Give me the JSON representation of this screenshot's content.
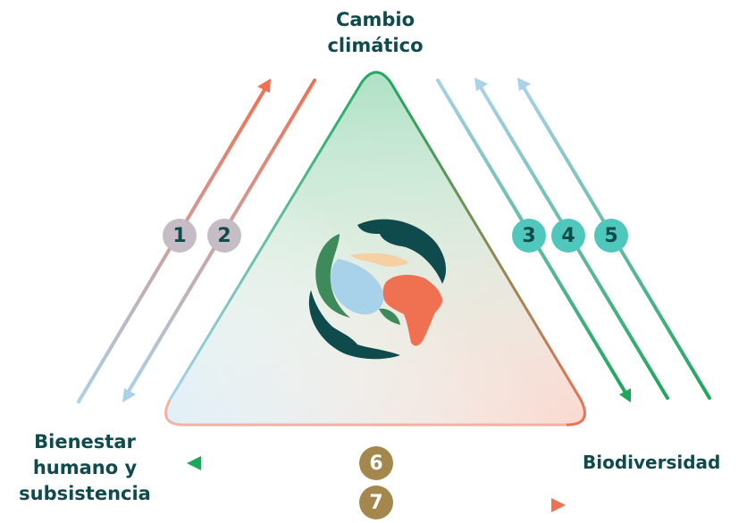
{
  "labels": {
    "top": [
      "Cambio",
      "climático"
    ],
    "left": [
      "Bienestar",
      "humano y",
      "subsistencia"
    ],
    "right": "Biodiversidad"
  },
  "badges": [
    "1",
    "2",
    "3",
    "4",
    "5",
    "6",
    "7"
  ],
  "colors": {
    "text": "#0f4a4c",
    "orange": "#f07052",
    "light_blue": "#a8d1ea",
    "green": "#1ea65a",
    "teal": "#4fc7bc",
    "grey_badge": "#c5bcc6",
    "brown_badge": "#a3874c"
  },
  "logo": {
    "icons": [
      "hands-icon",
      "water-drop-icon",
      "leaf-icon",
      "africa-icon"
    ]
  }
}
